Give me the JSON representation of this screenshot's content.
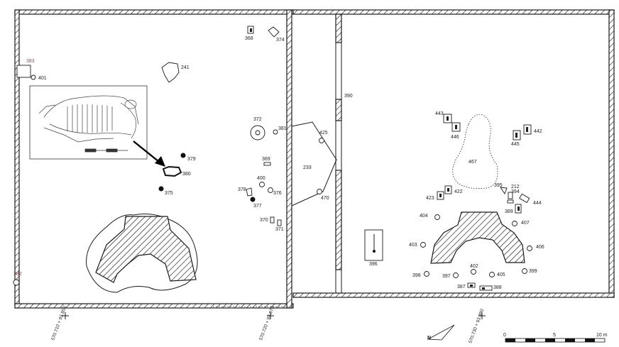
{
  "features": {
    "f241": "241",
    "f368": "368",
    "f374": "374",
    "f383": "383",
    "f401": "401",
    "f372": "372",
    "f381": "381",
    "f379": "379",
    "f380": "380",
    "f375": "375",
    "f369": "369",
    "f400": "400",
    "f376": "376",
    "f378": "378",
    "f377": "377",
    "f370": "370",
    "f371": "371",
    "f382": "382",
    "f233": "233",
    "f425": "425",
    "f470": "470",
    "f390": "390",
    "f396": "396",
    "f443": "443",
    "f446": "446",
    "f467": "467",
    "f442": "442",
    "f445": "445",
    "f395": "395",
    "f212": "212",
    "f394": "394",
    "f423": "423",
    "f422": "422",
    "f444": "444",
    "f389": "389",
    "f404": "404",
    "f407": "407",
    "f403": "403",
    "f406": "406",
    "f398": "398",
    "f397": "397",
    "f402": "402",
    "f405": "405",
    "f399": "399",
    "f387": "387",
    "f388": "388"
  },
  "coordinates": {
    "c1": "570.710 + 93.850",
    "c2": "570.720 + 93.870",
    "c3": "570.730 + 93.890"
  },
  "scale": {
    "zero": "0",
    "five": "5",
    "ten": "10 m"
  },
  "north_arrow_label": "N",
  "colors": {
    "ink": "#1a1a1a",
    "red_label": "#a0453a"
  }
}
